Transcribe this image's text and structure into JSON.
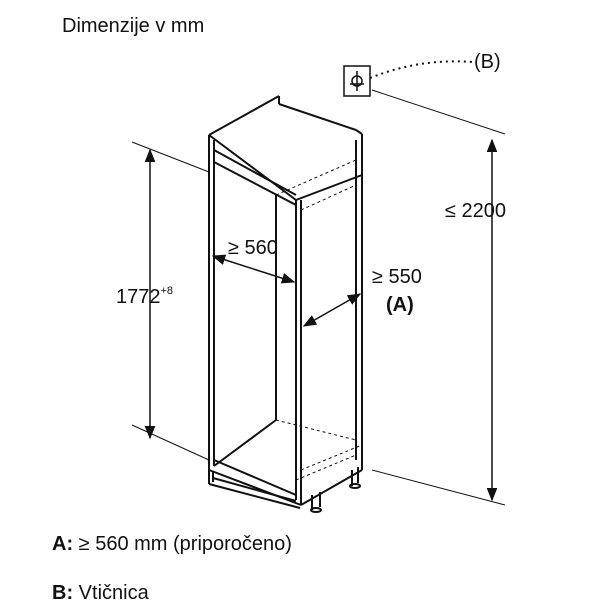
{
  "title": "Dimenzije v mm",
  "callouts": {
    "b_marker": "(B)",
    "max_height": "≤ 2200",
    "niche_height": "1772",
    "niche_height_tolerance": "+8",
    "inner_width": "≥ 560",
    "depth": "≥ 550",
    "a_marker": "(A)"
  },
  "legend": {
    "a_key": "A:",
    "a_text": "≥ 560 mm (priporočeno)",
    "b_key": "B:",
    "b_text": "Vtičnica"
  },
  "icons": {
    "socket": "power-socket-icon"
  }
}
